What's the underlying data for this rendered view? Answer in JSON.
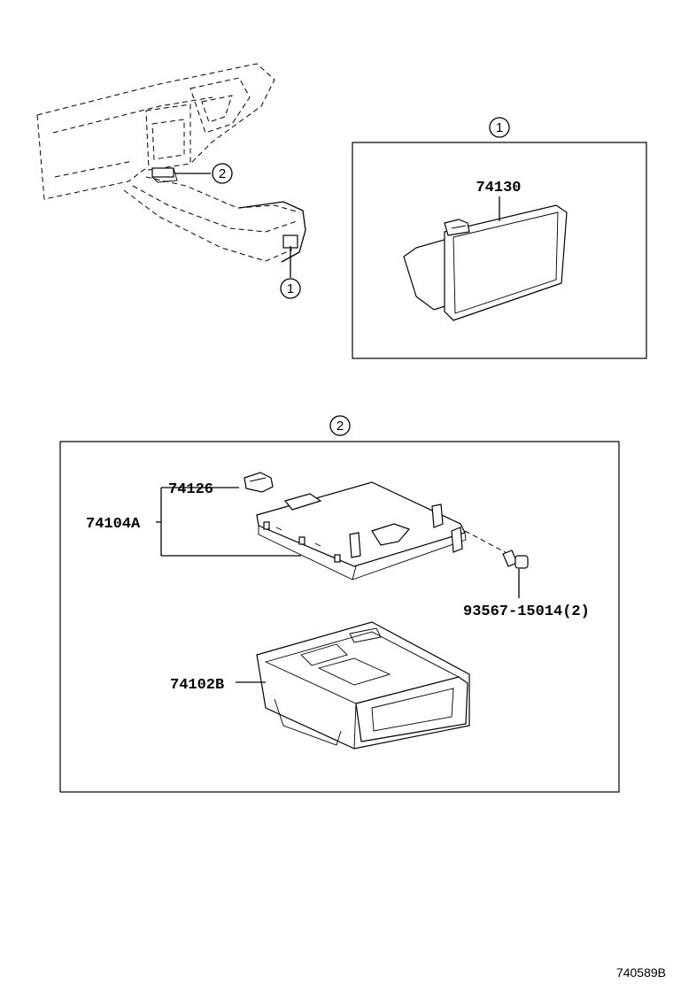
{
  "callouts": {
    "one": "1",
    "two": "2"
  },
  "parts": {
    "p74130": "74130",
    "p74126": "74126",
    "p74104A": "74104A",
    "p93567": "93567-15014(2)",
    "p74102B": "74102B"
  },
  "figure_id": "740589B"
}
